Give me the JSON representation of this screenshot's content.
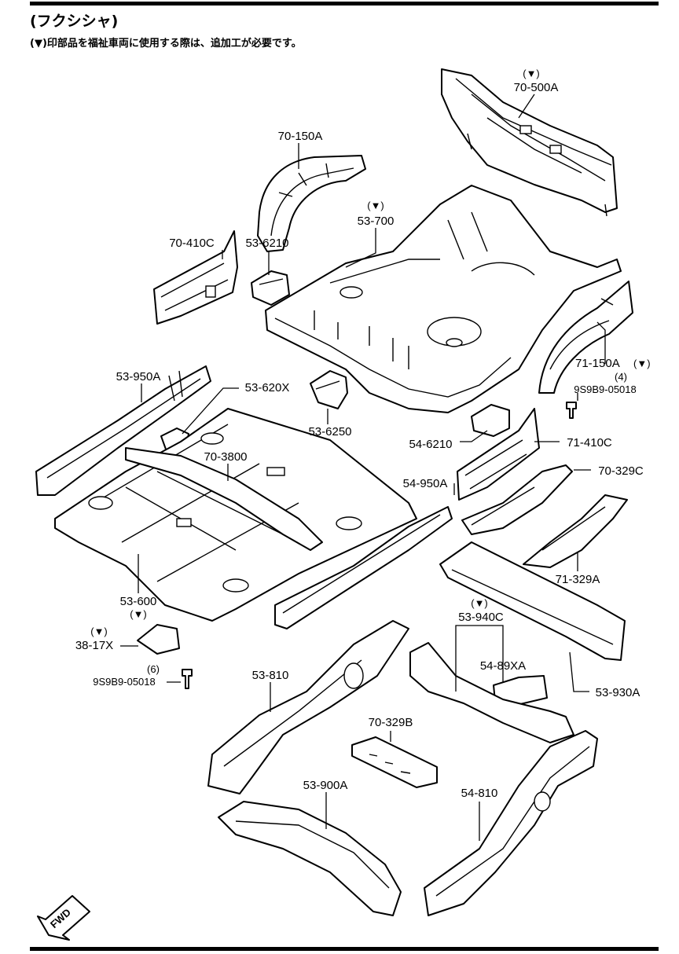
{
  "header": {
    "title": "(フクシシャ)",
    "note": "(▼)印部品を福祉車両に使用する際は、追加工が必要です。"
  },
  "marks": {
    "triangle": "(▼)",
    "triangle_plain": "▼",
    "qty_4": "(4)",
    "qty_6": "(6)"
  },
  "parts": {
    "p_70_500A": "70-500A",
    "p_70_150A": "70-150A",
    "p_53_700": "53-700",
    "p_70_410C": "70-410C",
    "p_53_6210": "53-6210",
    "p_71_150A": "71-150A",
    "p_9S9B9_05018_a": "9S9B9-05018",
    "p_53_950A": "53-950A",
    "p_53_620X": "53-620X",
    "p_70_3800": "70-3800",
    "p_53_6250": "53-6250",
    "p_54_6210": "54-6210",
    "p_71_410C": "71-410C",
    "p_70_329C": "70-329C",
    "p_54_950A": "54-950A",
    "p_71_329A": "71-329A",
    "p_53_600": "53-600",
    "p_38_17X": "38-17X",
    "p_9S9B9_05018_b": "9S9B9-05018",
    "p_53_940C": "53-940C",
    "p_54_89XA": "54-89XA",
    "p_53_930A": "53-930A",
    "p_53_810": "53-810",
    "p_70_329B": "70-329B",
    "p_53_900A": "53-900A",
    "p_54_810": "54-810"
  },
  "fwd_badge": "FWD"
}
